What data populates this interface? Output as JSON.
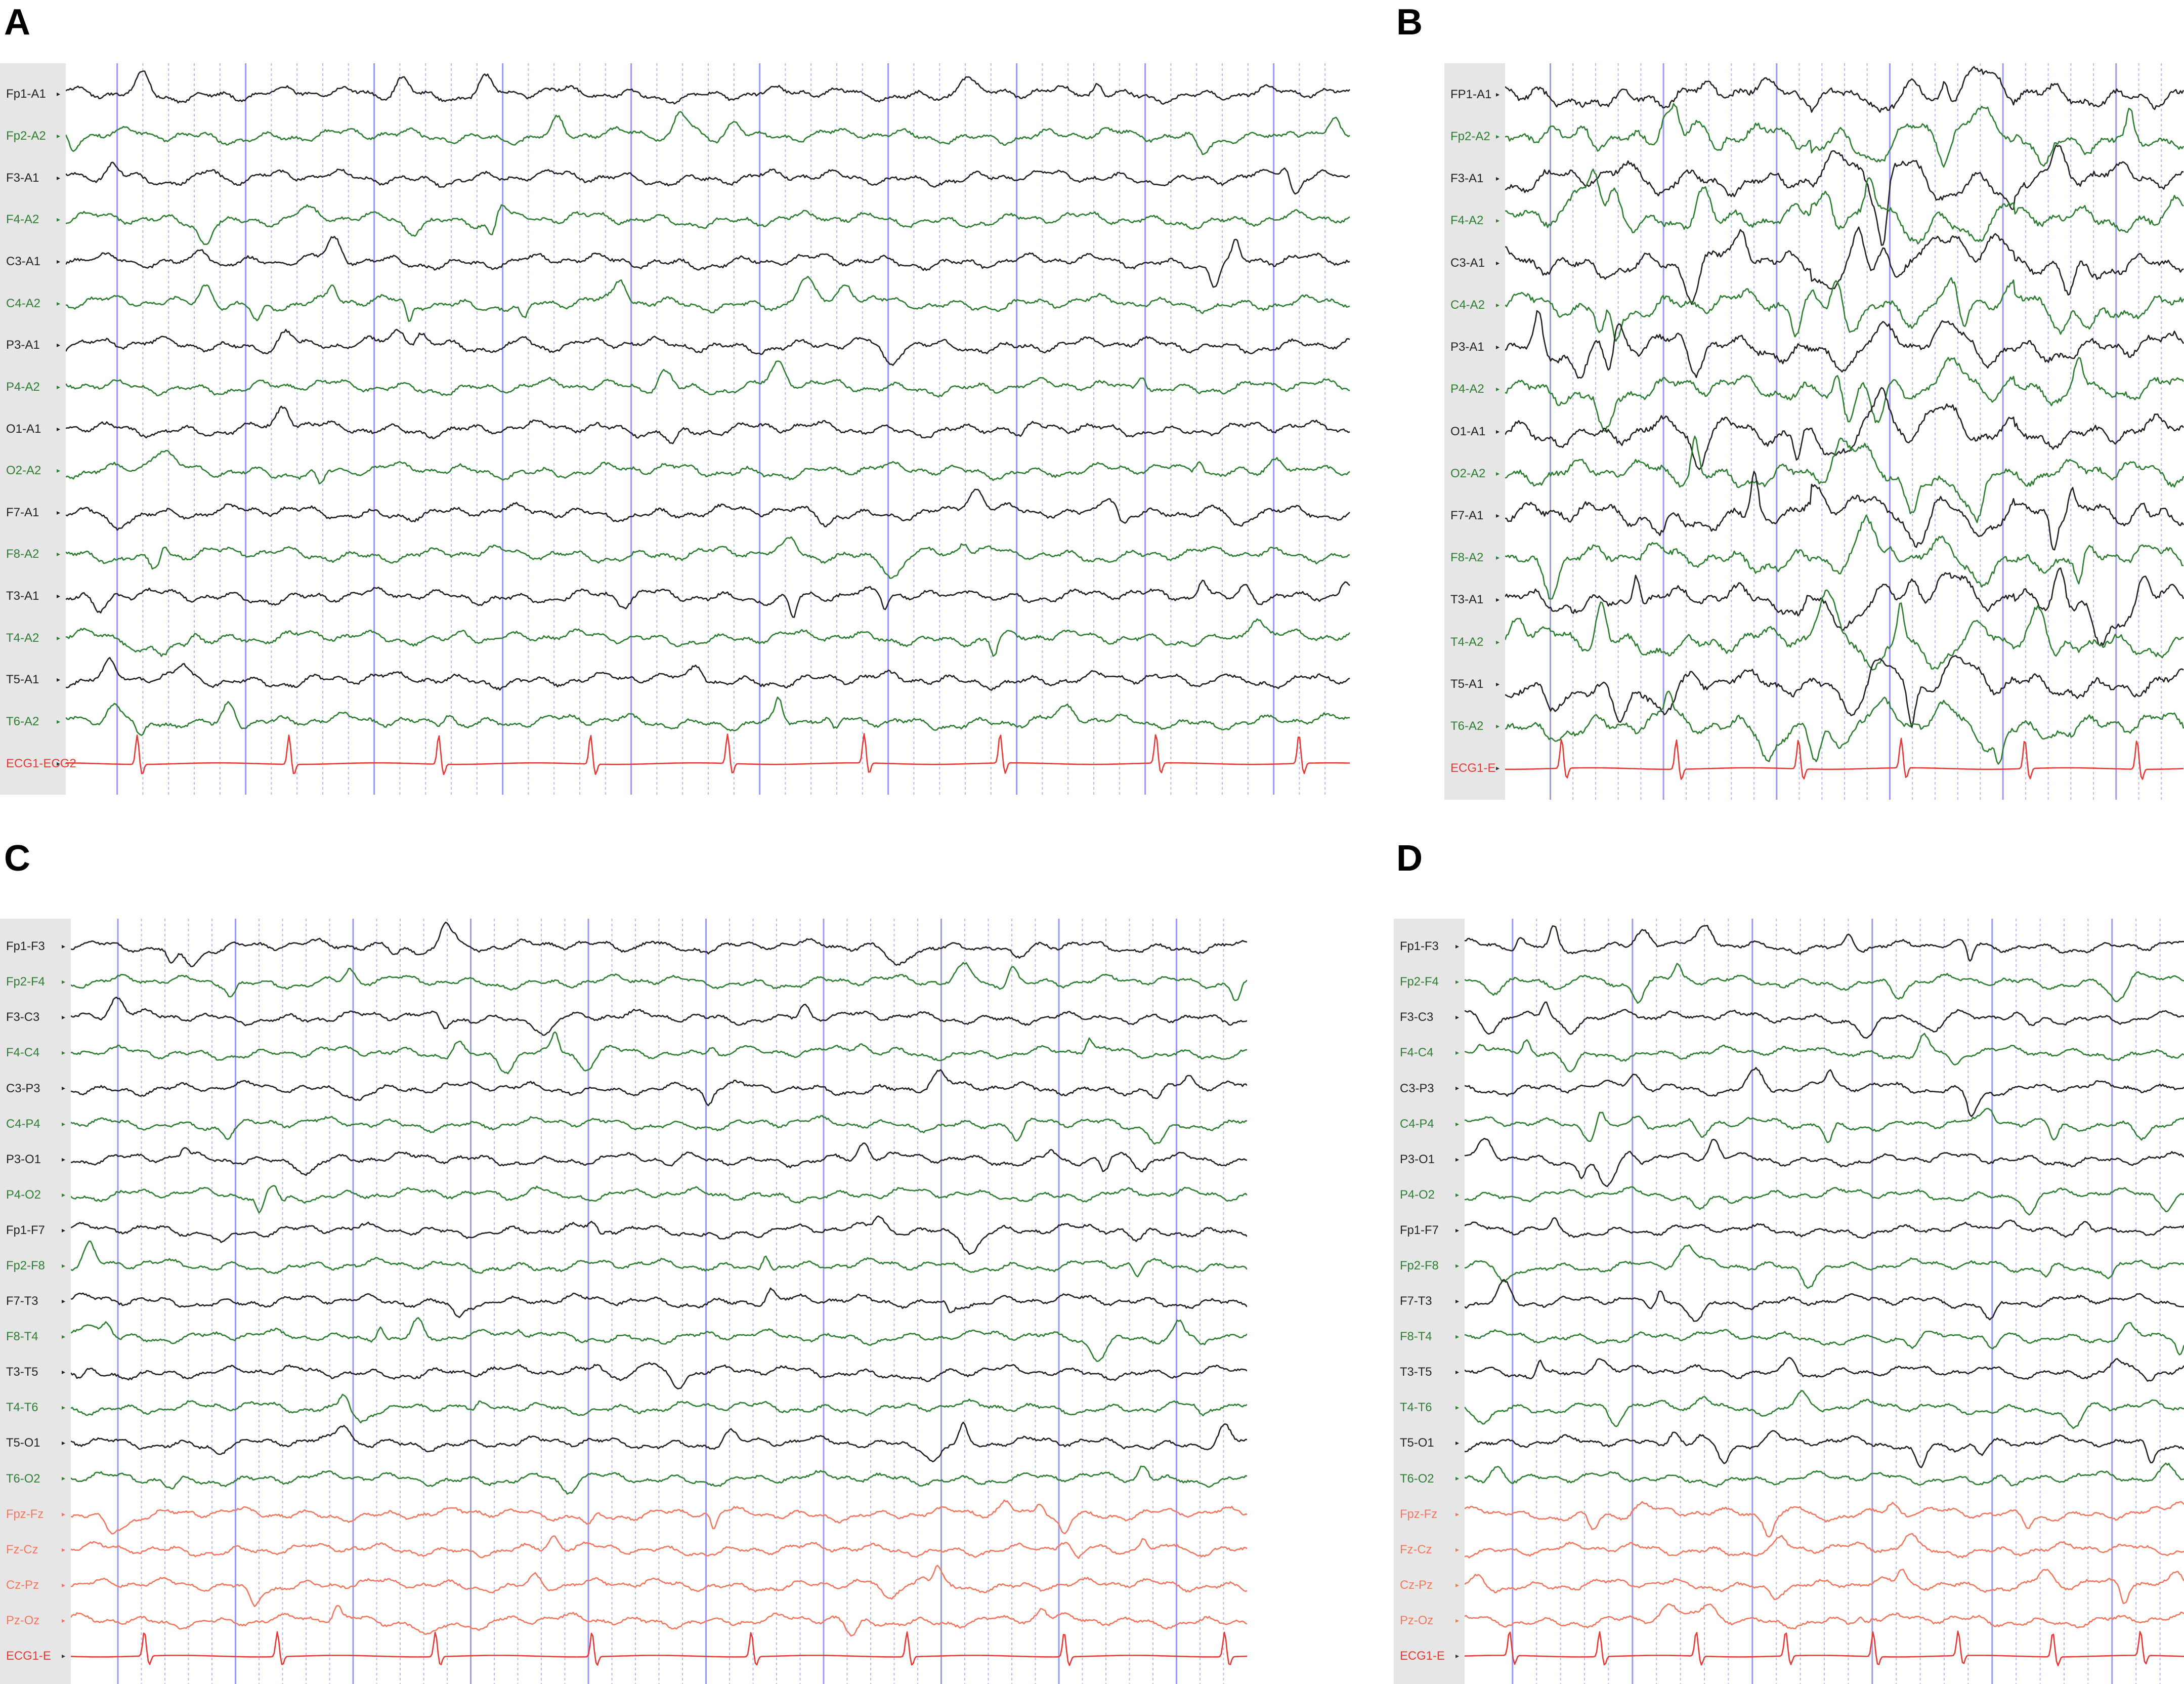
{
  "panels": [
    {
      "id": "A",
      "letter": "A",
      "channels": [
        {
          "label": "Fp1-A1",
          "color": "#222222"
        },
        {
          "label": "Fp2-A2",
          "color": "#2e7d32"
        },
        {
          "label": "F3-A1",
          "color": "#222222"
        },
        {
          "label": "F4-A2",
          "color": "#2e7d32"
        },
        {
          "label": "C3-A1",
          "color": "#222222"
        },
        {
          "label": "C4-A2",
          "color": "#2e7d32"
        },
        {
          "label": "P3-A1",
          "color": "#222222"
        },
        {
          "label": "P4-A2",
          "color": "#2e7d32"
        },
        {
          "label": "O1-A1",
          "color": "#222222"
        },
        {
          "label": "O2-A2",
          "color": "#2e7d32"
        },
        {
          "label": "F7-A1",
          "color": "#222222"
        },
        {
          "label": "F8-A2",
          "color": "#2e7d32"
        },
        {
          "label": "T3-A1",
          "color": "#222222"
        },
        {
          "label": "T4-A2",
          "color": "#2e7d32"
        },
        {
          "label": "T5-A1",
          "color": "#222222"
        },
        {
          "label": "T6-A2",
          "color": "#2e7d32"
        },
        {
          "label": "ECG1-ECG2",
          "color": "#e53935",
          "ecg": true
        }
      ]
    },
    {
      "id": "B",
      "letter": "B",
      "channels": [
        {
          "label": "FP1-A1",
          "color": "#222222"
        },
        {
          "label": "Fp2-A2",
          "color": "#2e7d32"
        },
        {
          "label": "F3-A1",
          "color": "#222222"
        },
        {
          "label": "F4-A2",
          "color": "#2e7d32"
        },
        {
          "label": "C3-A1",
          "color": "#222222"
        },
        {
          "label": "C4-A2",
          "color": "#2e7d32"
        },
        {
          "label": "P3-A1",
          "color": "#222222"
        },
        {
          "label": "P4-A2",
          "color": "#2e7d32"
        },
        {
          "label": "O1-A1",
          "color": "#222222"
        },
        {
          "label": "O2-A2",
          "color": "#2e7d32"
        },
        {
          "label": "F7-A1",
          "color": "#222222"
        },
        {
          "label": "F8-A2",
          "color": "#2e7d32"
        },
        {
          "label": "T3-A1",
          "color": "#222222"
        },
        {
          "label": "T4-A2",
          "color": "#2e7d32"
        },
        {
          "label": "T5-A1",
          "color": "#222222"
        },
        {
          "label": "T6-A2",
          "color": "#2e7d32"
        },
        {
          "label": "ECG1-E",
          "color": "#e53935",
          "ecg": true
        }
      ]
    },
    {
      "id": "C",
      "letter": "C",
      "channels": [
        {
          "label": "Fp1-F3",
          "color": "#222222"
        },
        {
          "label": "Fp2-F4",
          "color": "#2e7d32"
        },
        {
          "label": "F3-C3",
          "color": "#222222"
        },
        {
          "label": "F4-C4",
          "color": "#2e7d32"
        },
        {
          "label": "C3-P3",
          "color": "#222222"
        },
        {
          "label": "C4-P4",
          "color": "#2e7d32"
        },
        {
          "label": "P3-O1",
          "color": "#222222"
        },
        {
          "label": "P4-O2",
          "color": "#2e7d32"
        },
        {
          "label": "Fp1-F7",
          "color": "#222222"
        },
        {
          "label": "Fp2-F8",
          "color": "#2e7d32"
        },
        {
          "label": "F7-T3",
          "color": "#222222"
        },
        {
          "label": "F8-T4",
          "color": "#2e7d32"
        },
        {
          "label": "T3-T5",
          "color": "#222222"
        },
        {
          "label": "T4-T6",
          "color": "#2e7d32"
        },
        {
          "label": "T5-O1",
          "color": "#222222"
        },
        {
          "label": "T6-O2",
          "color": "#2e7d32"
        },
        {
          "label": "Fpz-Fz",
          "color": "#f07860"
        },
        {
          "label": "Fz-Cz",
          "color": "#f07860"
        },
        {
          "label": "Cz-Pz",
          "color": "#f07860"
        },
        {
          "label": "Pz-Oz",
          "color": "#f07860"
        },
        {
          "label": "ECG1-E",
          "color": "#e53935",
          "ecg": true
        }
      ]
    },
    {
      "id": "D",
      "letter": "D",
      "channels": [
        {
          "label": "Fp1-F3",
          "color": "#222222"
        },
        {
          "label": "Fp2-F4",
          "color": "#2e7d32"
        },
        {
          "label": "F3-C3",
          "color": "#222222"
        },
        {
          "label": "F4-C4",
          "color": "#2e7d32"
        },
        {
          "label": "C3-P3",
          "color": "#222222"
        },
        {
          "label": "C4-P4",
          "color": "#2e7d32"
        },
        {
          "label": "P3-O1",
          "color": "#222222"
        },
        {
          "label": "P4-O2",
          "color": "#2e7d32"
        },
        {
          "label": "Fp1-F7",
          "color": "#222222"
        },
        {
          "label": "Fp2-F8",
          "color": "#2e7d32"
        },
        {
          "label": "F7-T3",
          "color": "#222222"
        },
        {
          "label": "F8-T4",
          "color": "#2e7d32"
        },
        {
          "label": "T3-T5",
          "color": "#222222"
        },
        {
          "label": "T4-T6",
          "color": "#2e7d32"
        },
        {
          "label": "T5-O1",
          "color": "#222222"
        },
        {
          "label": "T6-O2",
          "color": "#2e7d32"
        },
        {
          "label": "Fpz-Fz",
          "color": "#f07860"
        },
        {
          "label": "Fz-Cz",
          "color": "#f07860"
        },
        {
          "label": "Cz-Pz",
          "color": "#f07860"
        },
        {
          "label": "Pz-Oz",
          "color": "#f07860"
        },
        {
          "label": "ECG1-E",
          "color": "#e53935",
          "ecg": true
        }
      ]
    }
  ],
  "colors": {
    "gutter": "#e6e6e6",
    "grid_major": "#9a9aee",
    "grid_minor": "#b8b8f0",
    "ecg": "#e53935",
    "green": "#2e7d32",
    "black": "#222222",
    "salmon": "#f07860"
  }
}
